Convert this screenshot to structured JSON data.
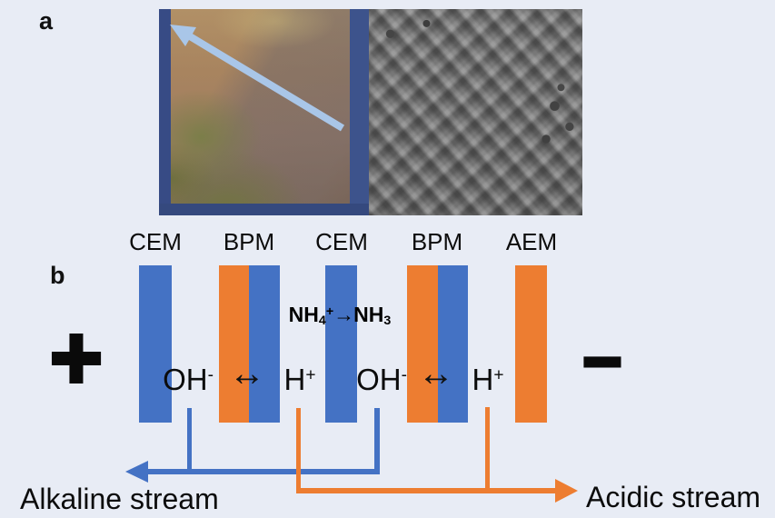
{
  "figure": {
    "panels": {
      "a": "a",
      "b": "b"
    },
    "photo": {
      "flow_arrow_icon": "diagonal-up-left-arrow",
      "arrow_color": "#a9c6e8"
    },
    "membranes": [
      {
        "label": "CEM"
      },
      {
        "label": "BPM"
      },
      {
        "label": "CEM"
      },
      {
        "label": "BPM"
      },
      {
        "label": "AEM"
      }
    ],
    "ion_row": [
      {
        "base": "OH",
        "sup": "-"
      },
      {
        "symbol": "↔"
      },
      {
        "base": "H",
        "sup": "+"
      },
      {
        "base": "OH",
        "sup": "-"
      },
      {
        "symbol": "↔"
      },
      {
        "base": "H",
        "sup": "+"
      }
    ],
    "reaction": {
      "n1": "NH",
      "sub1": "4",
      "sup1": "+",
      "arrow": "→",
      "n2": "NH",
      "sub2": "3"
    },
    "electrodes": {
      "anode": "+",
      "cathode": "−"
    },
    "streams": {
      "alkaline": "Alkaline stream",
      "acidic": "Acidic stream"
    },
    "colors": {
      "background": "#e8ecf5",
      "membrane_blue": "#4472c4",
      "membrane_orange": "#ed7d31",
      "alkaline_line": "#4472c4",
      "acidic_line": "#ed7d31",
      "photo_arrow_blue": "#a9c6e8",
      "tape_blue": "#3b4f8a",
      "text": "#0c0c0c"
    }
  }
}
